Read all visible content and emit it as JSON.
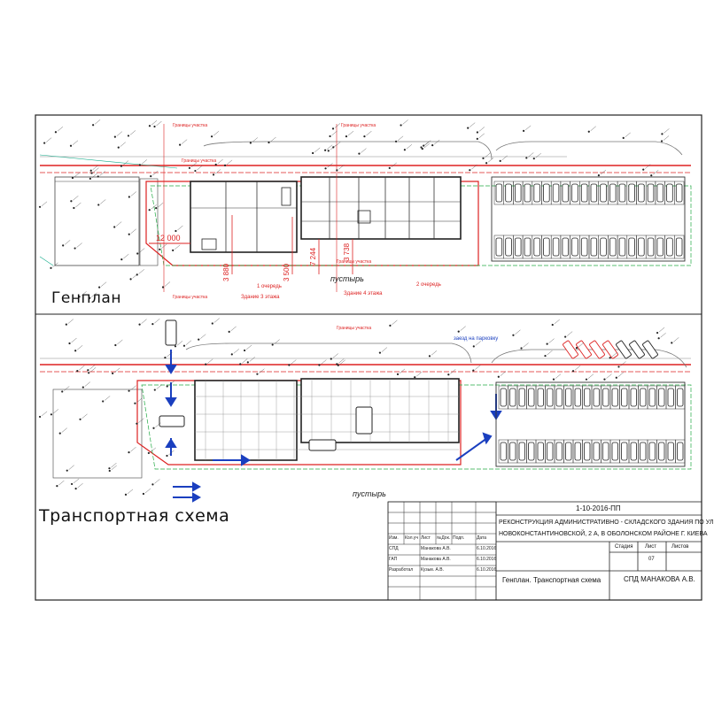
{
  "sections": {
    "genplan_title": "Генплан",
    "transport_title": "Транспортная схема"
  },
  "plan_labels": {
    "boundary": "Границы участка",
    "zone_1": "1 очередь",
    "zone_2": "2 очередь",
    "building_3": "Здание 3 этажа",
    "building_4": "Здание 4 этажа",
    "wasteland": "пустырь",
    "entry_to_ramp": "заезд на парковку",
    "dim_12000": "12 000",
    "dim_3880": "3 880",
    "dim_3500": "3 500",
    "dim_7244": "7 244",
    "dim_3738": "3 738"
  },
  "title_block": {
    "code": "1-10-2016-ПП",
    "project_line1": "РЕКОНСТРУКЦИЯ АДМИНИСТРАТИВНО - СКЛАДСКОГО ЗДАНИЯ ПО УЛ",
    "project_line2": "НОВОКОНСТАНТИНОВСКОЙ, 2 А, В ОБОЛОНСКОМ РАЙОНЕ Г. КИЕВА",
    "headers": [
      "Изм.",
      "Кол.уч",
      "Лист",
      "№Док.",
      "Подп.",
      "Дата"
    ],
    "roles": [
      {
        "role": "СПД",
        "name": "Манакова А.В.",
        "date": "6.10.2016"
      },
      {
        "role": "ГАП",
        "name": "Манакова А.В.",
        "date": "6.10.2016"
      },
      {
        "role": "Разработал",
        "name": "Кузьм. А.В.",
        "date": "6.10.2016"
      }
    ],
    "stage_label": "Стадия",
    "sheet_label": "Лист",
    "sheets_label": "Листов",
    "sheet_no": "07",
    "drawing_name": "Генплан. Транспортная схема",
    "company": "СПД МАНАКОВА А.В."
  }
}
